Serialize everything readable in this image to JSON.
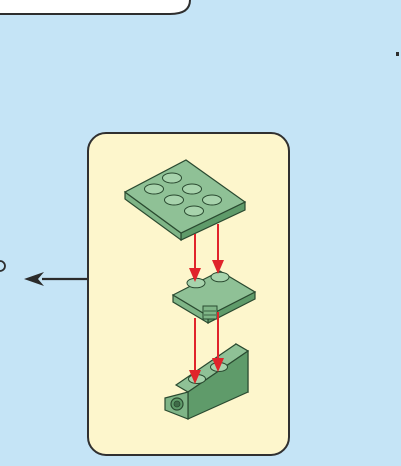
{
  "page": {
    "background": "#c5e4f6"
  },
  "sub_step_panel": {
    "fill": "#fdf6cc",
    "stroke": "#303030"
  },
  "bricks": {
    "color": "#8fc196",
    "color_light": "#a7d3ac",
    "color_dark": "#5f9b6a",
    "outline": "#2a4a30"
  },
  "parts": [
    {
      "name": "plate-2x3",
      "icon": "plate-2x3-icon"
    },
    {
      "name": "plate-1x2-with-clip",
      "icon": "plate-with-clip-icon"
    },
    {
      "name": "bracket-1x2",
      "icon": "bracket-icon"
    }
  ],
  "arrows": {
    "assembly_color": "#e0242b",
    "callout_color": "#2b2b2b"
  }
}
